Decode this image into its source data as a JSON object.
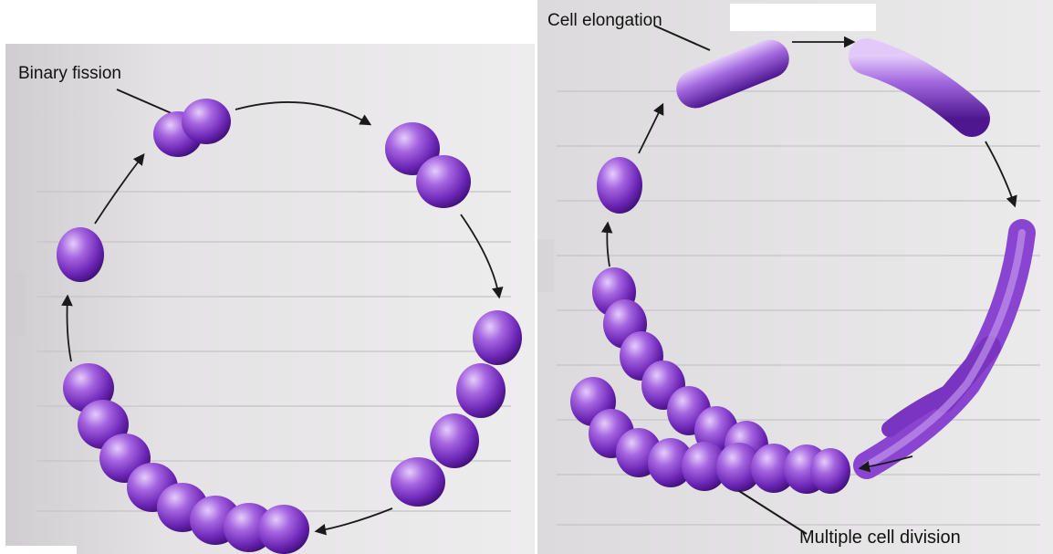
{
  "labels": {
    "binary_fission": "Binary fission",
    "cell_elongation": "Cell elongation",
    "multiple_cell_division": "Multiple cell division"
  },
  "colors": {
    "cell_light": "#d9b8f5",
    "cell_mid": "#8a3fd0",
    "cell_dark": "#4a1686",
    "page_background": "#e8e6e8",
    "text_shadow_on_page": "#b9b7b9",
    "arrow": "#1a1a1a"
  }
}
